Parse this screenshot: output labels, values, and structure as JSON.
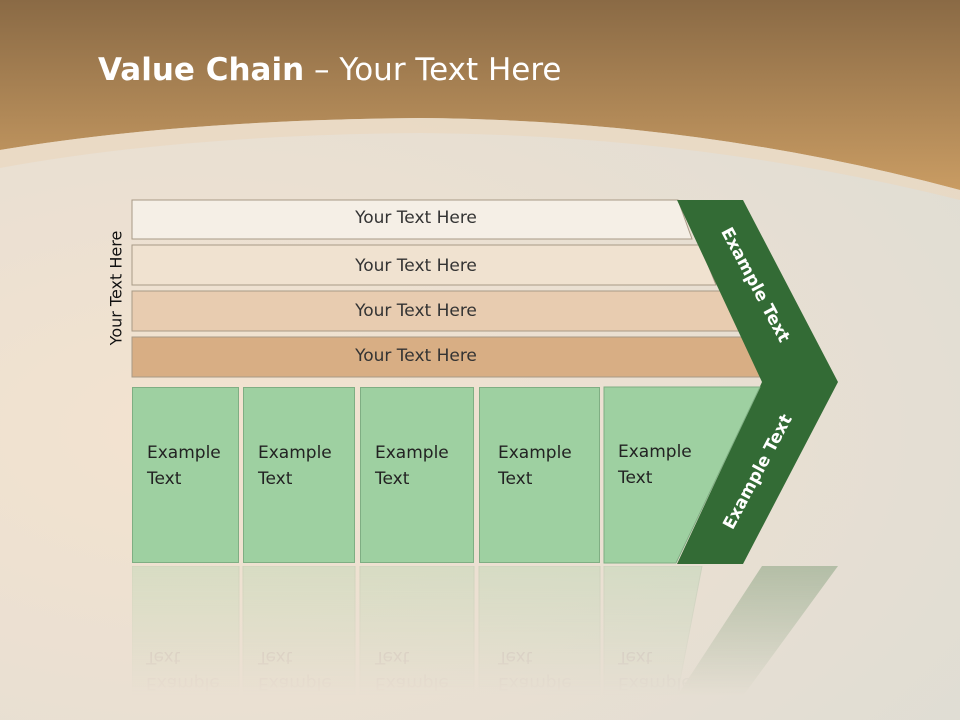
{
  "slide": {
    "title_bold": "Value Chain",
    "title_rest": " – Your Text Here",
    "side_label": "Your Text Here"
  },
  "support_bands": [
    {
      "label": "Your Text Here",
      "fill": "#f5efe6"
    },
    {
      "label": "Your Text Here",
      "fill": "#f0e2d0"
    },
    {
      "label": "Your Text Here",
      "fill": "#e8ccb0"
    },
    {
      "label": "Your Text Here",
      "fill": "#d8ae84"
    }
  ],
  "primary_boxes": [
    {
      "line1": "Example",
      "line2": "Text"
    },
    {
      "line1": "Example",
      "line2": "Text"
    },
    {
      "line1": "Example",
      "line2": "Text"
    },
    {
      "line1": "Example",
      "line2": "Text"
    },
    {
      "line1": "Example",
      "line2": "Text"
    }
  ],
  "chevron": {
    "upper_label": "Example Text",
    "lower_label": "Example Text",
    "fill": "#336b35"
  },
  "colors": {
    "header": "#b9935f",
    "box_fill": "#9ed0a1"
  }
}
